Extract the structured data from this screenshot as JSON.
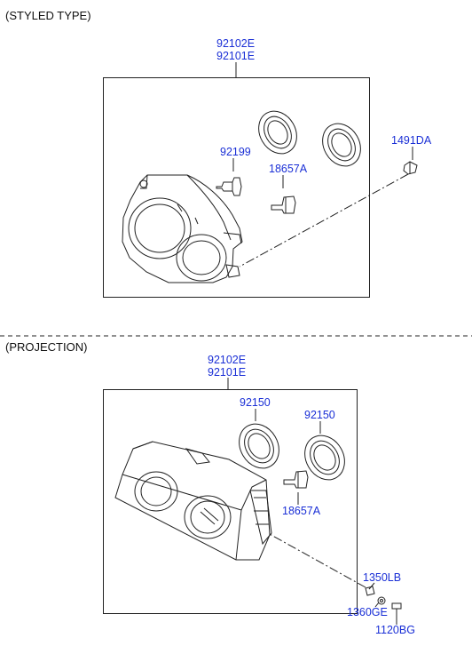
{
  "sections": [
    {
      "heading": "(STYLED TYPE)",
      "assembly_part_numbers": [
        "92102E",
        "92101E"
      ],
      "parts": {
        "bulb": "92199",
        "side_bulb": "18657A",
        "clip": "1491DA"
      }
    },
    {
      "heading": "(PROJECTION)",
      "assembly_part_numbers": [
        "92102E",
        "92101E"
      ],
      "parts": {
        "bulb_cover_left": "92150",
        "bulb_cover_right": "92150",
        "side_bulb": "18657A",
        "bracket": "1350LB",
        "nut": "1360GE",
        "bolt": "1120BG"
      }
    }
  ],
  "colors": {
    "part_number_text": "#1a2fd6",
    "line_art": "#222222"
  }
}
